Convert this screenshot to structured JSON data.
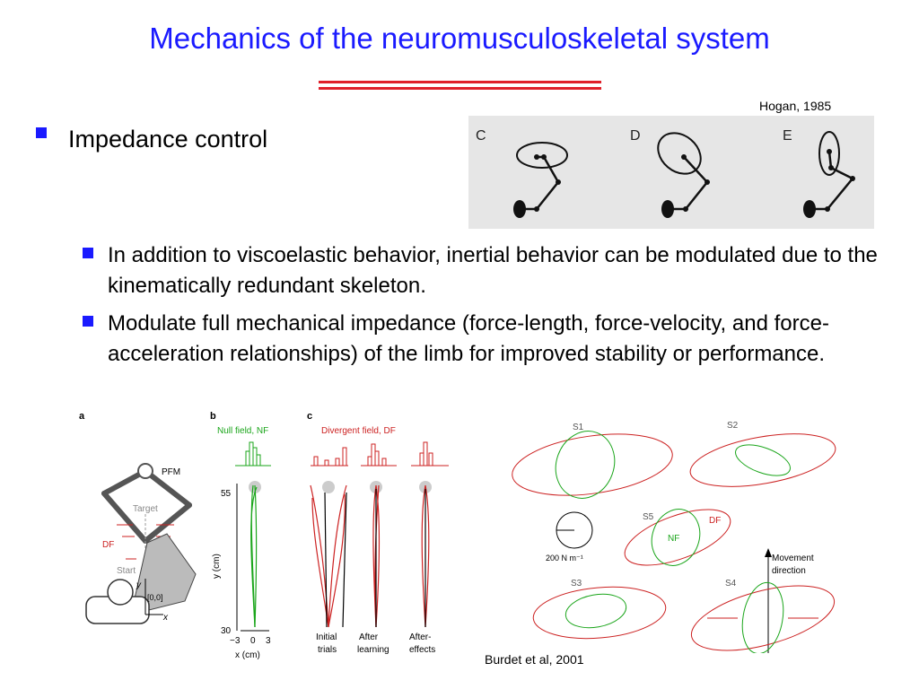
{
  "slide": {
    "title": "Mechanics of the neuromusculoskeletal system",
    "bullet1": "Impedance control",
    "sub_bullets": [
      "In addition to viscoelastic behavior, inertial behavior can be modulated due to the kinematically redundant skeleton.",
      "Modulate full mechanical impedance (force-length, force-velocity, and force-acceleration relationships) of the limb for improved stability or performance."
    ],
    "cite_hogan": "Hogan, 1985",
    "cite_burdet": "Burdet et al, 2001"
  },
  "hogan_figure": {
    "panel_labels": [
      "C",
      "D",
      "E"
    ]
  },
  "burdet_left": {
    "panel_labels": [
      "a",
      "b",
      "c"
    ],
    "pfm": "PFM",
    "target": "Target",
    "df": "DF",
    "start": "Start",
    "origin": "[0,0]",
    "x_axis": "x",
    "y_axis": "y",
    "null_field": "Null field, NF",
    "divergent_field": "Divergent field, DF",
    "y_label": "y (cm)",
    "x_label": "x (cm)",
    "y_ticks": [
      "55",
      "30"
    ],
    "x_ticks": [
      "−3",
      "0",
      "3"
    ],
    "conditions": [
      "Initial trials",
      "After learning",
      "After-effects"
    ],
    "colors": {
      "nf": "#1aa51a",
      "df": "#cc2222"
    }
  },
  "burdet_right": {
    "subjects": [
      "S1",
      "S2",
      "S3",
      "S4",
      "S5"
    ],
    "df": "DF",
    "nf": "NF",
    "scale": "200 N m⁻¹",
    "movement": [
      "Movement",
      "direction"
    ]
  }
}
